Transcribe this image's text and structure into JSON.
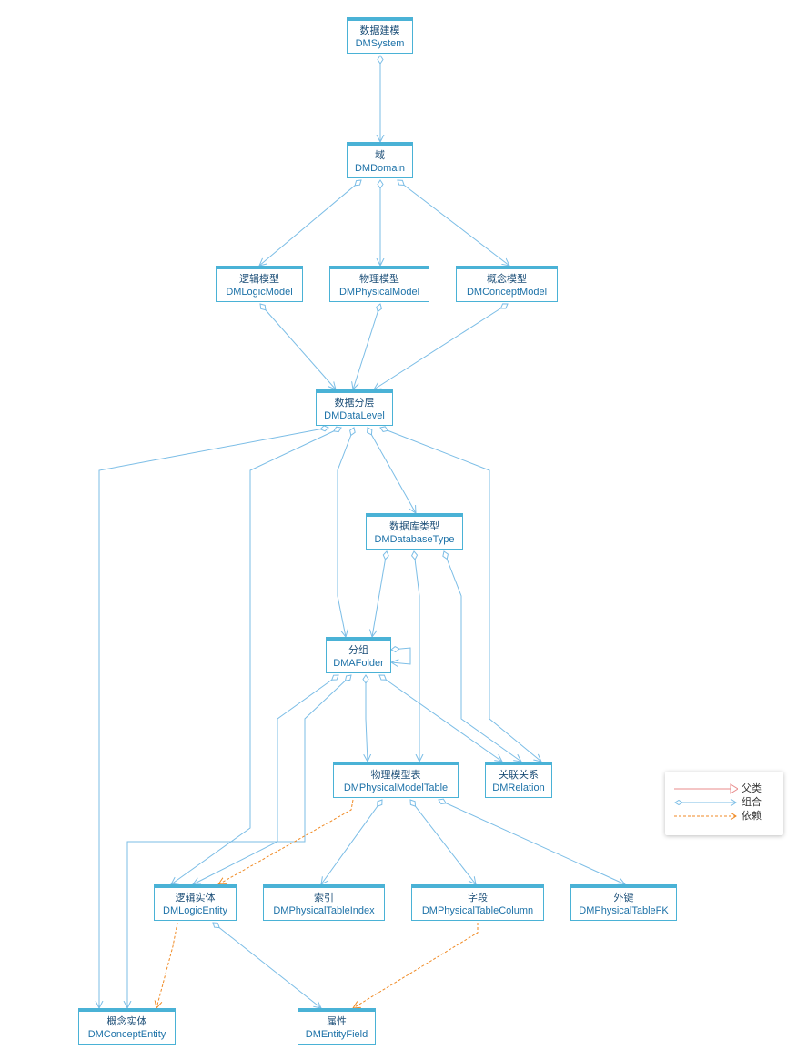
{
  "nodes": [
    {
      "id": "system",
      "cn": "数据建模",
      "en": "DMSystem"
    },
    {
      "id": "domain",
      "cn": "域",
      "en": "DMDomain"
    },
    {
      "id": "logic-model",
      "cn": "逻辑模型",
      "en": "DMLogicModel"
    },
    {
      "id": "physical-model",
      "cn": "物理模型",
      "en": "DMPhysicalModel"
    },
    {
      "id": "concept-model",
      "cn": "概念模型",
      "en": "DMConceptModel"
    },
    {
      "id": "data-level",
      "cn": "数据分层",
      "en": "DMDataLevel"
    },
    {
      "id": "database-type",
      "cn": "数据库类型",
      "en": "DMDatabaseType"
    },
    {
      "id": "folder",
      "cn": "分组",
      "en": "DMAFolder"
    },
    {
      "id": "physical-model-table",
      "cn": "物理模型表",
      "en": "DMPhysicalModelTable"
    },
    {
      "id": "relation",
      "cn": "关联关系",
      "en": "DMRelation"
    },
    {
      "id": "logic-entity",
      "cn": "逻辑实体",
      "en": "DMLogicEntity"
    },
    {
      "id": "table-index",
      "cn": "索引",
      "en": "DMPhysicalTableIndex"
    },
    {
      "id": "table-column",
      "cn": "字段",
      "en": "DMPhysicalTableColumn"
    },
    {
      "id": "table-fk",
      "cn": "外键",
      "en": "DMPhysicalTableFK"
    },
    {
      "id": "concept-entity",
      "cn": "概念实体",
      "en": "DMConceptEntity"
    },
    {
      "id": "entity-field",
      "cn": "属性",
      "en": "DMEntityField"
    }
  ],
  "legend": {
    "parent": "父类",
    "composition": "组合",
    "dependency": "依赖"
  },
  "colors": {
    "node_border": "#4ab2d6",
    "composition": "#7bbde6",
    "dependency": "#f08a24",
    "parent": "#e88b8b"
  }
}
